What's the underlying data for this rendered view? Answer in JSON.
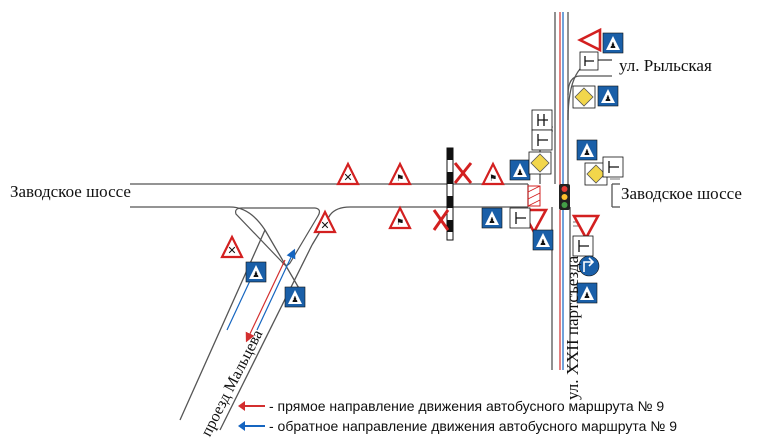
{
  "labels": {
    "zavodskoe_left": "Заводское шоссе",
    "zavodskoe_right": "Заводское шоссе",
    "rylskaya": "ул. Рыльская",
    "xxii": "ул. XXII партсъезда",
    "maltseva": "проезд Мальцева"
  },
  "legend": {
    "forward": "- прямое направление движения автобусного маршрута № 9",
    "reverse": "- обратное направление движения автобусного маршрута № 9"
  },
  "colors": {
    "forward_route": "#d32f2f",
    "reverse_route": "#1565c0",
    "road_edge": "#555555",
    "sign_red": "#d32020",
    "sign_blue": "#1a5fa8",
    "sign_yellow": "#f2d64b"
  },
  "icons": {
    "crosswalk": "pedestrian-crossing-sign-icon",
    "yield": "yield-sign-icon",
    "priority": "priority-road-sign-icon",
    "children": "children-warning-sign-icon",
    "crossroads": "crossroads-warning-sign-icon",
    "end_priority": "end-of-priority-sign-icon",
    "direction": "direction-blue-sign-icon",
    "traffic_light": "traffic-light-icon",
    "no_stopping": "no-stopping-x-icon"
  }
}
